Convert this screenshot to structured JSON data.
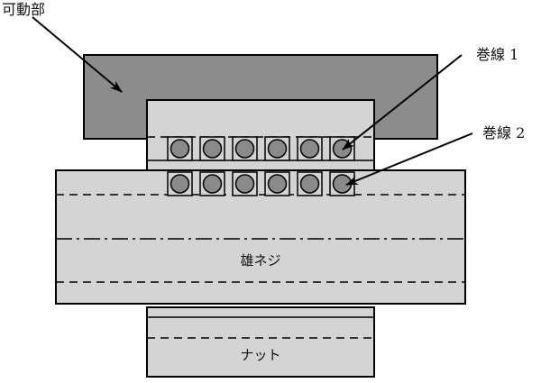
{
  "labels": {
    "movable_part": "可動部",
    "winding_1": "巻線 1",
    "winding_2": "巻線 2",
    "male_screw": "雄ネジ",
    "nut": "ナット"
  },
  "winding_1_coil_count": 6,
  "winding_2_coil_count": 6,
  "colors": {
    "movable_part": "#8c8c8c",
    "screw_body": "#d4d4d4",
    "coil": "#8a8a8a",
    "outline": "#000000",
    "background": "#ffffff"
  }
}
